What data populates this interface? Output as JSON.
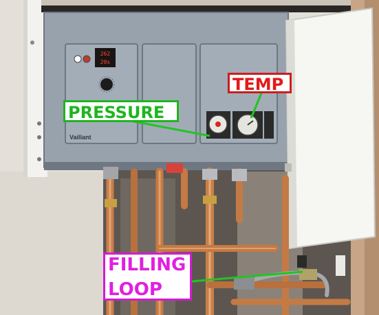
{
  "photo": {
    "brand_text": "Vaillant",
    "display_digits": [
      "262",
      "20s"
    ]
  },
  "annotations": {
    "pressure": {
      "text": "PRESSURE",
      "text_color": "#1fb51f",
      "border_color": "#1fb51f",
      "arrow_color": "#22c422"
    },
    "temp": {
      "text": "TEMP",
      "text_color": "#e01b1b",
      "border_color": "#cc1d1d",
      "arrow_color": "#22c422"
    },
    "filling_loop": {
      "line1": "FILLING",
      "line2": "LOOP",
      "text_color": "#e020e0",
      "border_color": "#d31bd3",
      "arrow_color": "#22c422"
    }
  }
}
